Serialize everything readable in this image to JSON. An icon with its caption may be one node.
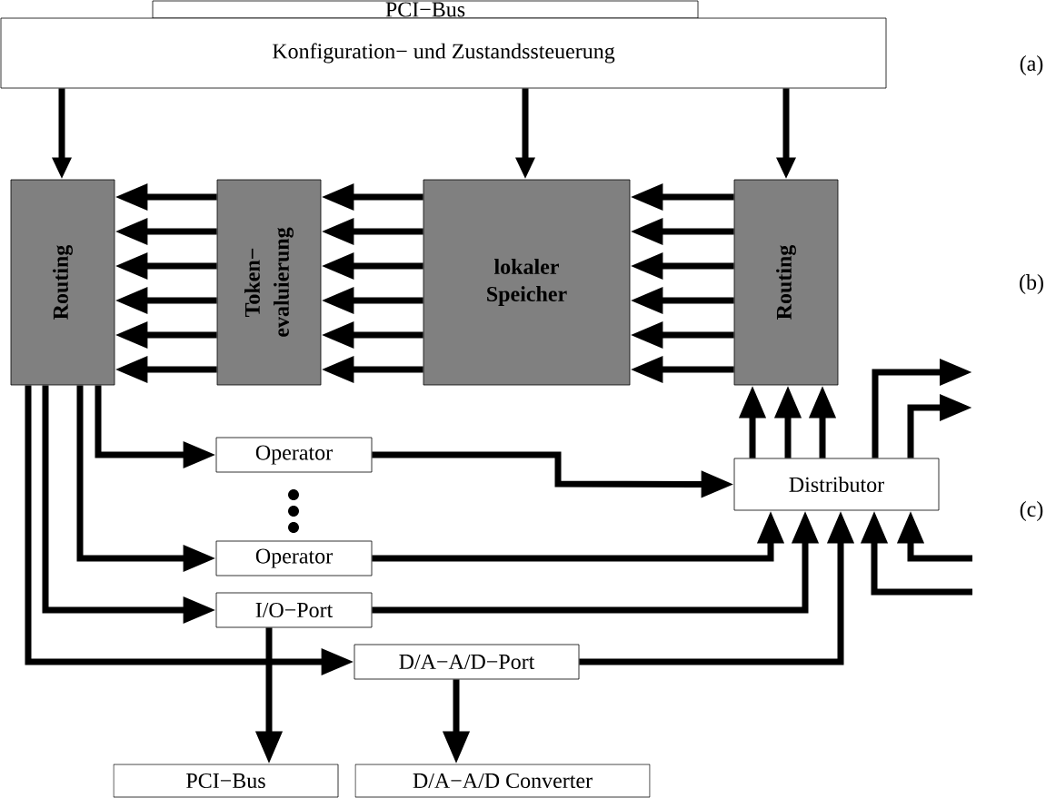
{
  "diagram": {
    "nodes": [
      {
        "text": [
          "PCI−Bus"
        ]
      },
      {
        "text": [
          "Konfiguration− und Zustandssteuerung"
        ]
      },
      {
        "text": [
          "Routing"
        ]
      },
      {
        "text": [
          "Token− evaluierung"
        ]
      },
      {
        "text": [
          "lokaler Speicher"
        ]
      },
      {
        "text": [
          "Routing"
        ]
      },
      {
        "text": [
          "Operator"
        ]
      },
      {
        "text": [
          "Operator"
        ]
      },
      {
        "text": [
          "I/O−Port"
        ]
      },
      {
        "text": [
          "D/A−A/D−Port"
        ]
      },
      {
        "text": [
          "Distributor"
        ]
      },
      {
        "text": [
          "PCI−Bus"
        ]
      },
      {
        "text": [
          "D/A−A/D Converter"
        ]
      }
    ],
    "edges": [
      {
        "from": 1,
        "to": 2,
        "arrow": "to"
      },
      {
        "from": 1,
        "to": 4,
        "arrow": "to"
      },
      {
        "from": 1,
        "to": 5,
        "arrow": "to"
      },
      {
        "from": 3,
        "to": 2,
        "arrow": "to"
      },
      {
        "from": 3,
        "to": 2,
        "arrow": "to"
      },
      {
        "from": 3,
        "to": 2,
        "arrow": "to"
      },
      {
        "from": 3,
        "to": 2,
        "arrow": "to"
      },
      {
        "from": 3,
        "to": 2,
        "arrow": "to"
      },
      {
        "from": 3,
        "to": 2,
        "arrow": "to"
      },
      {
        "from": 4,
        "to": 3,
        "arrow": "to"
      },
      {
        "from": 4,
        "to": 3,
        "arrow": "to"
      },
      {
        "from": 4,
        "to": 3,
        "arrow": "to"
      },
      {
        "from": 4,
        "to": 3,
        "arrow": "to"
      },
      {
        "from": 4,
        "to": 3,
        "arrow": "to"
      },
      {
        "from": 4,
        "to": 3,
        "arrow": "to"
      },
      {
        "from": 5,
        "to": 4,
        "arrow": "to"
      },
      {
        "from": 5,
        "to": 4,
        "arrow": "to"
      },
      {
        "from": 5,
        "to": 4,
        "arrow": "to"
      },
      {
        "from": 5,
        "to": 4,
        "arrow": "to"
      },
      {
        "from": 5,
        "to": 4,
        "arrow": "to"
      },
      {
        "from": 5,
        "to": 4,
        "arrow": "to"
      },
      {
        "from": 2,
        "to": 6,
        "arrow": "to"
      },
      {
        "from": 2,
        "to": 7,
        "arrow": "to"
      },
      {
        "from": 2,
        "to": 8,
        "arrow": "to"
      },
      {
        "from": 2,
        "to": 9,
        "arrow": "to"
      },
      {
        "from": 6,
        "to": 10,
        "arrow": "to"
      },
      {
        "from": 7,
        "to": 10,
        "arrow": "to"
      },
      {
        "from": 8,
        "to": 10,
        "arrow": "to"
      },
      {
        "from": 9,
        "to": 10,
        "arrow": "to"
      },
      {
        "from": null,
        "to": 10,
        "arrow": "to"
      },
      {
        "from": null,
        "to": 10,
        "arrow": "to"
      },
      {
        "from": 10,
        "to": 5,
        "arrow": "to"
      },
      {
        "from": 10,
        "to": 5,
        "arrow": "to"
      },
      {
        "from": 10,
        "to": 5,
        "arrow": "to"
      },
      {
        "from": 10,
        "to": null,
        "arrow": "to"
      },
      {
        "from": 10,
        "to": null,
        "arrow": "to"
      },
      {
        "from": 8,
        "to": 11,
        "arrow": "to"
      },
      {
        "from": 9,
        "to": 12,
        "arrow": "to"
      }
    ],
    "labels": [
      "(a)",
      "(b)",
      "(c)"
    ]
  }
}
